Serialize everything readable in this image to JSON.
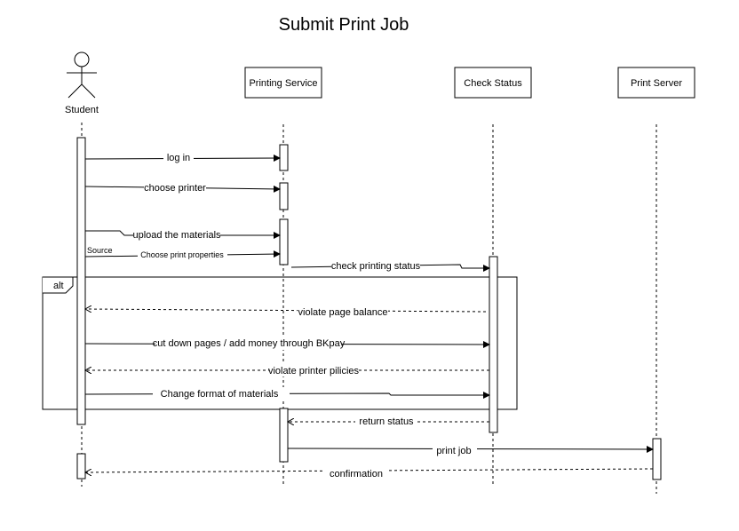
{
  "title": "Submit Print Job",
  "actor": {
    "name": "Student"
  },
  "participants": [
    "Printing Service",
    "Check Status",
    "Print Server"
  ],
  "fragment": {
    "label": "alt"
  },
  "source_label": "Source",
  "messages": [
    "log in",
    "choose printer",
    "upload the materials",
    "Choose print properties",
    "check printing status",
    "violate page balance",
    "cut down pages / add money through BKpay",
    "violate printer pilicies",
    "Change format of materials",
    "return status",
    "print job",
    "confirmation"
  ]
}
